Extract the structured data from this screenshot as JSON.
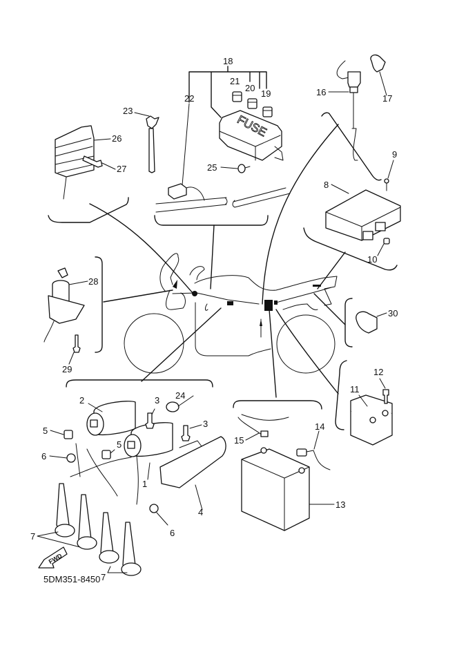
{
  "diagram": {
    "title": "Motorcycle electrical parts exploded view",
    "drawing_code": "5DM351-8450",
    "fuse_box_text": "FUSE",
    "direction_arrow_text": "FWD",
    "callouts": [
      {
        "id": "1",
        "part": "ignition-coil"
      },
      {
        "id": "2",
        "part": "ignition-coil"
      },
      {
        "id": "3",
        "part": "bolt"
      },
      {
        "id": "3b",
        "label": "3",
        "part": "bolt"
      },
      {
        "id": "4",
        "part": "coil-cover"
      },
      {
        "id": "5",
        "part": "connector"
      },
      {
        "id": "5b",
        "label": "5",
        "part": "connector"
      },
      {
        "id": "6",
        "part": "plug-cap-holder"
      },
      {
        "id": "6b",
        "label": "6",
        "part": "plug-cap-holder"
      },
      {
        "id": "7",
        "part": "spark-plug-cap"
      },
      {
        "id": "7b",
        "label": "7",
        "part": "spark-plug-cap"
      },
      {
        "id": "8",
        "part": "cdi-unit"
      },
      {
        "id": "9",
        "part": "screw"
      },
      {
        "id": "10",
        "part": "grommet"
      },
      {
        "id": "11",
        "part": "starter-relay"
      },
      {
        "id": "12",
        "part": "bolt"
      },
      {
        "id": "13",
        "part": "battery"
      },
      {
        "id": "14",
        "part": "battery-lead"
      },
      {
        "id": "15",
        "part": "negative-lead"
      },
      {
        "id": "16",
        "part": "sensor-switch"
      },
      {
        "id": "17",
        "part": "clamp"
      },
      {
        "id": "18",
        "part": "fuse-box-assy"
      },
      {
        "id": "19",
        "part": "fuse"
      },
      {
        "id": "20",
        "part": "fuse"
      },
      {
        "id": "21",
        "part": "fuse"
      },
      {
        "id": "22",
        "part": "wire-harness"
      },
      {
        "id": "23",
        "part": "cable-tie"
      },
      {
        "id": "24",
        "part": "clamp"
      },
      {
        "id": "25",
        "part": "rivet"
      },
      {
        "id": "26",
        "part": "rectifier-regulator"
      },
      {
        "id": "27",
        "part": "bolt"
      },
      {
        "id": "28",
        "part": "main-switch"
      },
      {
        "id": "29",
        "part": "bolt"
      },
      {
        "id": "30",
        "part": "clamp"
      }
    ],
    "labels": {
      "c1": "1",
      "c2": "2",
      "c3a": "3",
      "c3b": "3",
      "c4": "4",
      "c5a": "5",
      "c5b": "5",
      "c6a": "6",
      "c6b": "6",
      "c7a": "7",
      "c7b": "7",
      "c8": "8",
      "c9": "9",
      "c10": "10",
      "c11": "11",
      "c12": "12",
      "c13": "13",
      "c14": "14",
      "c15": "15",
      "c16": "16",
      "c17": "17",
      "c18": "18",
      "c19": "19",
      "c20": "20",
      "c21": "21",
      "c22": "22",
      "c23": "23",
      "c24": "24",
      "c25": "25",
      "c26": "26",
      "c27": "27",
      "c28": "28",
      "c29": "29",
      "c30": "30"
    }
  }
}
